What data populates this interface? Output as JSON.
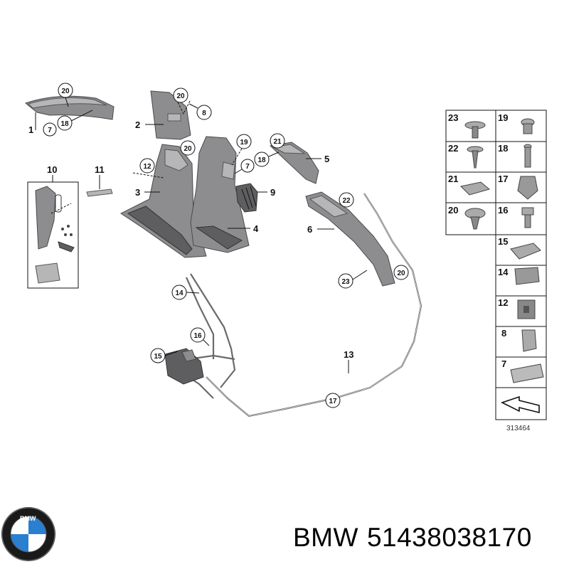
{
  "diagram": {
    "reference_number": "313464",
    "callouts_plain": [
      "1",
      "2",
      "3",
      "4",
      "5",
      "6",
      "9",
      "10",
      "11",
      "13"
    ],
    "callouts_circled": [
      "20",
      "20",
      "8",
      "7",
      "18",
      "12",
      "20",
      "19",
      "7",
      "18",
      "21",
      "22",
      "23",
      "20",
      "14",
      "16",
      "15",
      "17"
    ],
    "fastener_table": {
      "rows": [
        [
          "23",
          "19"
        ],
        [
          "22",
          "18"
        ],
        [
          "21",
          "17"
        ],
        [
          "20",
          "16"
        ],
        [
          "15"
        ],
        [
          "14"
        ],
        [
          "12"
        ],
        [
          "8"
        ],
        [
          "7"
        ],
        [
          ""
        ]
      ]
    }
  },
  "caption": {
    "brand": "BMW",
    "part_number": "51438038170"
  },
  "logo": {
    "brand": "BMW",
    "colors": {
      "ring": "#1a1a1a",
      "blue": "#2b7fd0",
      "white": "#ffffff"
    }
  }
}
